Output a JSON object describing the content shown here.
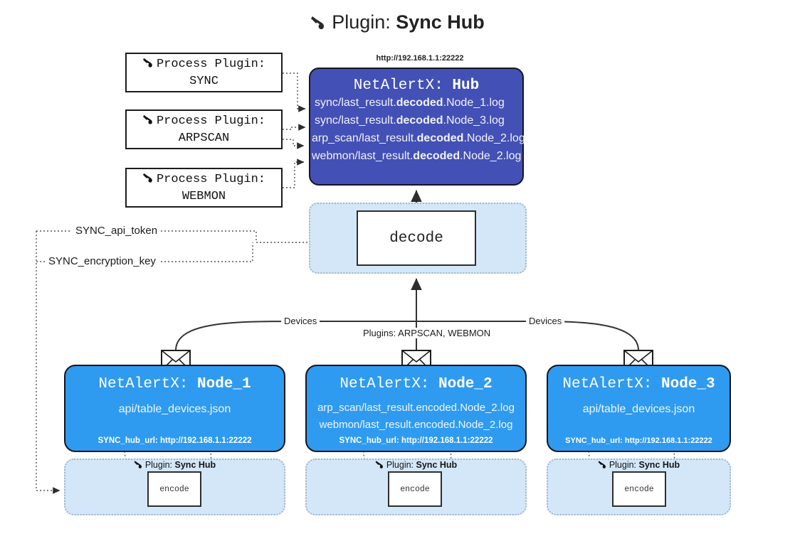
{
  "header": {
    "icon": "plug-icon",
    "prefix": "Plugin: ",
    "title": "Sync Hub"
  },
  "colors": {
    "hub_fill": "#4350b5",
    "node_fill": "#2f9bf0",
    "band_fill": "#d3e7f8",
    "band_border": "#9fb6c8",
    "stroke": "#2e2e2e",
    "page_bg": "#ffffff"
  },
  "process_plugins": [
    {
      "line1": "Process Plugin:",
      "line2": "SYNC",
      "icon": "plug-icon"
    },
    {
      "line1": "Process Plugin:",
      "line2": "ARPSCAN",
      "icon": "plug-icon"
    },
    {
      "line1": "Process Plugin:",
      "line2": "WEBMON",
      "icon": "plug-icon"
    }
  ],
  "hub": {
    "url": "http://192.168.1.1:22222",
    "title_prefix": "NetAlertX: ",
    "title_name": "Hub",
    "logs": [
      {
        "pre": "sync/last_result.",
        "em": "decoded",
        "post": ".Node_1.log"
      },
      {
        "pre": "sync/last_result.",
        "em": "decoded",
        "post": ".Node_3.log"
      },
      {
        "pre": "arp_scan/last_result.",
        "em": "decoded",
        "post": ".Node_2.log"
      },
      {
        "pre": "webmon/last_result.",
        "em": "decoded",
        "post": ".Node_2.log"
      }
    ]
  },
  "decode": {
    "label": "decode"
  },
  "secrets": [
    {
      "label": "SYNC_api_token"
    },
    {
      "label": "SYNC_encryption_key"
    }
  ],
  "edge_labels": {
    "left_devices": "Devices",
    "center_plugins": "Plugins: ARPSCAN, WEBMON",
    "right_devices": "Devices"
  },
  "nodes": [
    {
      "title_prefix": "NetAlertX: ",
      "title_name": "Node_1",
      "lines": [
        "api/table_devices.json"
      ],
      "footer": "SYNC_hub_url: http://192.168.1.1:22222",
      "mail_icon": "envelope-icon"
    },
    {
      "title_prefix": "NetAlertX: ",
      "title_name": "Node_2",
      "lines": [
        "arp_scan/last_result.encoded.Node_2.log",
        "webmon/last_result.encoded.Node_2.log"
      ],
      "footer": "SYNC_hub_url: http://192.168.1.1:22222",
      "mail_icon": "envelope-icon"
    },
    {
      "title_prefix": "NetAlertX: ",
      "title_name": "Node_3",
      "lines": [
        "api/table_devices.json"
      ],
      "footer": "SYNC_hub_url: http://192.168.1.1:22222",
      "mail_icon": "envelope-icon"
    }
  ],
  "plugin_bands": [
    {
      "icon": "plug-icon",
      "prefix": "Plugin: ",
      "name": "Sync Hub",
      "box_label": "encode"
    },
    {
      "icon": "plug-icon",
      "prefix": "Plugin: ",
      "name": "Sync Hub",
      "box_label": "encode"
    },
    {
      "icon": "plug-icon",
      "prefix": "Plugin: ",
      "name": "Sync Hub",
      "box_label": "encode"
    }
  ]
}
